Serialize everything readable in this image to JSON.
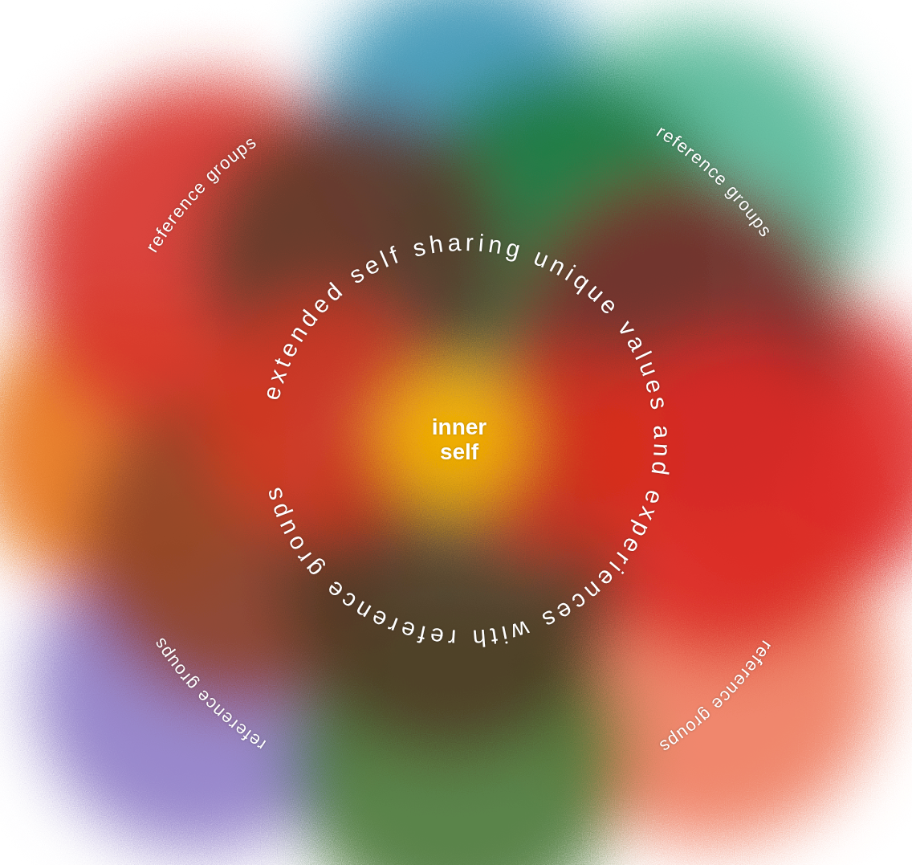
{
  "diagram": {
    "nodes": [
      {
        "text": [
          "reference groups"
        ]
      },
      {
        "text": [
          "reference groups"
        ]
      },
      {
        "text": [
          "extended self sharing unique values and experiences with reference groups"
        ]
      },
      {
        "text": [
          "inner self"
        ],
        "in": 2
      },
      {
        "text": [
          "reference groups"
        ]
      },
      {
        "text": [
          "reference groups"
        ]
      }
    ]
  }
}
